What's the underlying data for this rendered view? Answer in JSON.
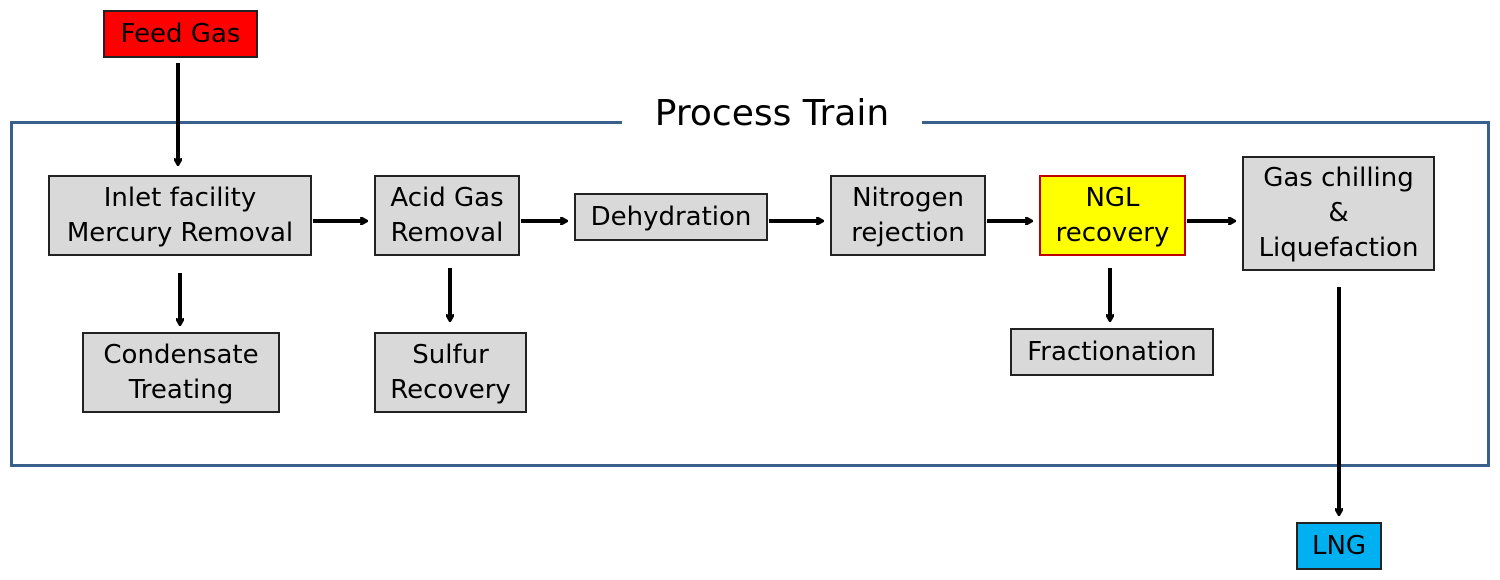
{
  "frame": {
    "title": "Process Train",
    "color": "#3b5f8c"
  },
  "nodes": {
    "feed_gas": {
      "label": "Feed Gas",
      "color": "#ff0000"
    },
    "inlet": {
      "label": "Inlet facility\nMercury Removal"
    },
    "acid_gas": {
      "label": "Acid Gas\nRemoval"
    },
    "dehydration": {
      "label": "Dehydration"
    },
    "nitrogen": {
      "label": "Nitrogen\nrejection"
    },
    "ngl": {
      "label": "NGL\nrecovery",
      "color": "#ffff00"
    },
    "liquefaction": {
      "label": "Gas chilling\n&\nLiquefaction"
    },
    "condensate": {
      "label": "Condensate\nTreating"
    },
    "sulfur": {
      "label": "Sulfur\nRecovery"
    },
    "fractionation": {
      "label": "Fractionation"
    },
    "lng": {
      "label": "LNG",
      "color": "#00b0f0"
    }
  },
  "box_fill": "#d9d9d9"
}
